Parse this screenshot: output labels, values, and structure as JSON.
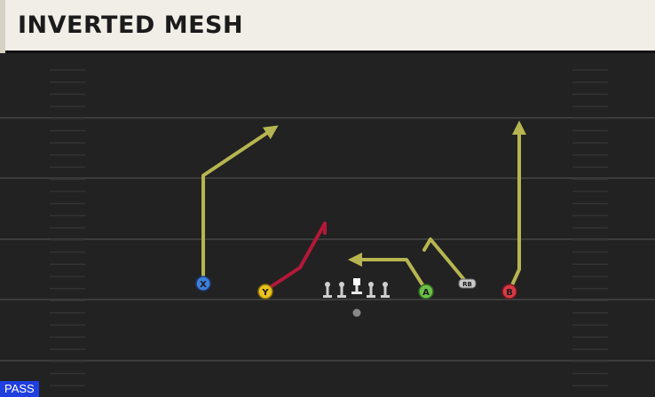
{
  "title": "INVERTED MESH",
  "badge": "PASS",
  "players": {
    "x": "X",
    "y": "Y",
    "a": "A",
    "b": "B",
    "rb": "RB"
  },
  "colors": {
    "route": "#b7b551",
    "hot_route": "#b31838",
    "x": "#3d7fd9",
    "y": "#e8c21f",
    "a": "#6cc04a",
    "b": "#d83a45",
    "rb": "#c8c8c8",
    "field": "#222222",
    "line": "#3c3c3c",
    "title_bg": "#f1eee8",
    "badge_bg": "#1f3fe0"
  }
}
